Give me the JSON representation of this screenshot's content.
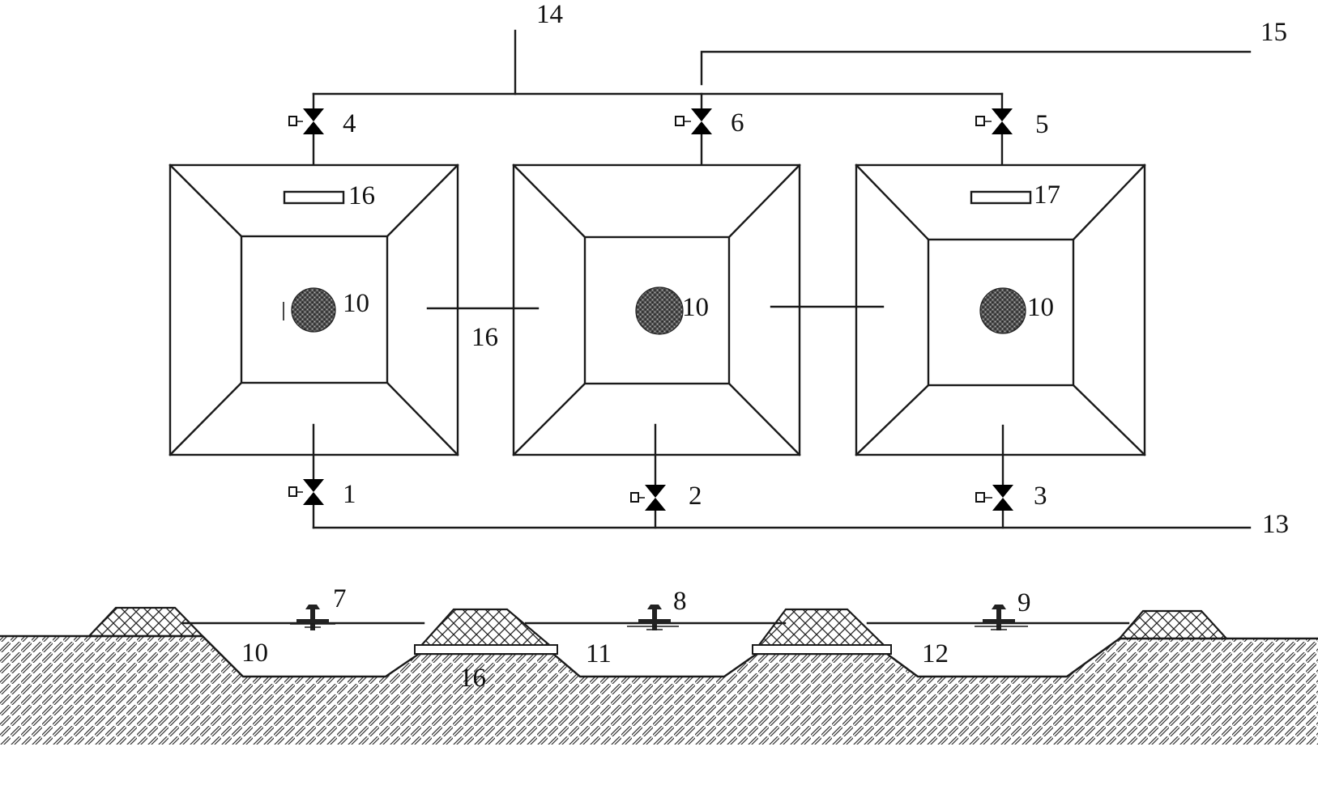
{
  "labels": {
    "pipe_top_main": "14",
    "pipe_top_right": "15",
    "pipe_bottom": "13",
    "valve_bottom_1": "1",
    "valve_bottom_2": "2",
    "valve_bottom_3": "3",
    "valve_top_4": "4",
    "valve_top_5": "5",
    "valve_top_6": "6",
    "outlet_left": "16",
    "outlet_right": "17",
    "connector_between_1_2": "16",
    "pond_center_1": "10",
    "pond_center_2": "10",
    "pond_center_3": "10",
    "aerator_1": "7",
    "aerator_2": "8",
    "aerator_3": "9",
    "section_pond_1": "10",
    "section_pond_2": "11",
    "section_pond_3": "12",
    "section_pipe": "16"
  },
  "colors": {
    "line": "#1a1a1a",
    "background": "#ffffff",
    "aerator_blob": "#3a3a3a"
  }
}
